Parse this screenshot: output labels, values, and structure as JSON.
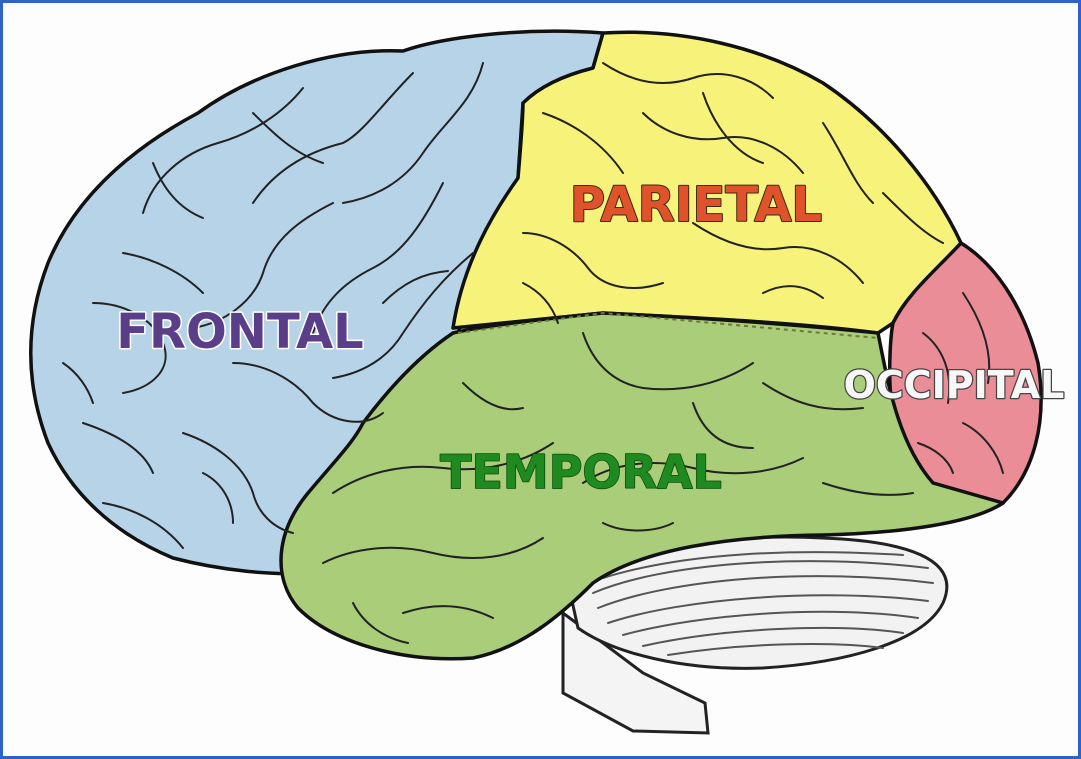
{
  "labels": {
    "frontal": "FRONTAL",
    "parietal": "PARIETAL",
    "temporal": "TEMPORAL",
    "occipital": "OCCIPITAL"
  },
  "colors": {
    "frontal_fill": "#b7d3e8",
    "parietal_fill": "#f6f27a",
    "temporal_fill": "#a9cd78",
    "occipital_fill": "#eb8d97",
    "cerebellum_fill": "#f2f2f2",
    "frontal_text": "#5b3e8a",
    "parietal_text": "#e0522a",
    "temporal_text": "#1f8a1f",
    "occipital_text": "#f7f7f7"
  }
}
